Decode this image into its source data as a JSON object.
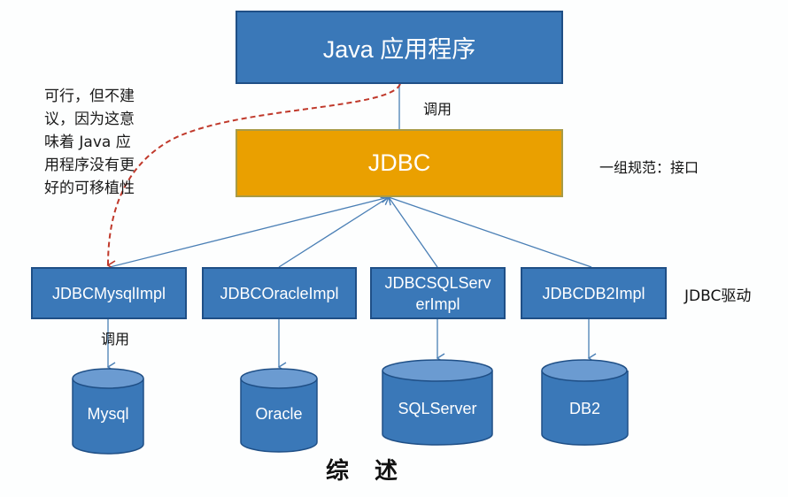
{
  "diagram": {
    "title": "综 述",
    "application": {
      "label": "Java 应用程序"
    },
    "api": {
      "label": "JDBC",
      "description": "一组规范：接口"
    },
    "call_label": "调用",
    "driver_call_label": "调用",
    "drivers_group_label": "JDBC驱动",
    "note": "可行，但不建\n议，因为这意\n味着 Java 应\n用程序没有更\n好的可移植性",
    "drivers": [
      {
        "label": "JDBCMysqlImpl",
        "database": "Mysql"
      },
      {
        "label": "JDBCOracleImpl",
        "database": "Oracle"
      },
      {
        "label": "JDBCSQLServerImpl",
        "database": "SQLServer"
      },
      {
        "label": "JDBCDB2Impl",
        "database": "DB2"
      }
    ],
    "colors": {
      "box_blue": "#3a78b8",
      "box_blue_border": "#1f4f86",
      "jdbc_orange": "#eaa000",
      "connector": "#4a7fb5",
      "dashed_arrow": "#c0392b",
      "cylinder_top": "#6b9bd1"
    }
  }
}
